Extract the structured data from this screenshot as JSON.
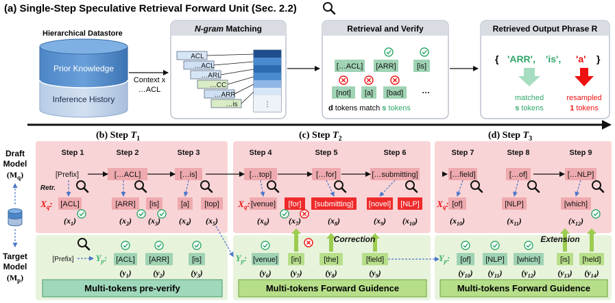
{
  "title": "(a) Single-Step Speculative Retrieval Forward Unit (Sec. 2.2)",
  "datastore": {
    "title": "Hierarchical Datastore",
    "layer_top": "Prior Knowledge",
    "layer_bottom": "Inference History",
    "context_label": "Context x",
    "context_value": "…ACL"
  },
  "ngram": {
    "title_italic": "N-gram",
    "title_rest": " Matching",
    "stack": [
      "ACL",
      "…ACL",
      "…ARL",
      "…CC",
      "…ARR",
      "…is"
    ]
  },
  "retrieval": {
    "title": "Retrieval and Verify",
    "tokens_good": [
      "[…ACL]",
      "[ARR]",
      "[is]"
    ],
    "tokens_bad": [
      "[not]",
      "[a]",
      "[bad]"
    ],
    "ellipsis": "…",
    "caption_d": "d",
    "caption_mid": " tokens match ",
    "caption_s": "s",
    "caption_end": " tokens"
  },
  "output": {
    "title": "Retrieved Output Phrase R",
    "brace_open": "{",
    "brace_close": "}",
    "phrase": [
      "'ARR',",
      "'is',",
      "'a'"
    ],
    "matched_line1": "matched",
    "matched_s": "s",
    "matched_tokens": " tokens",
    "resampled_line1": "resampled",
    "resampled_n": "1",
    "resampled_tokens": " tokens"
  },
  "steps_header": [
    {
      "label": "(b) Step ",
      "sub": "1"
    },
    {
      "label": "(c) Step ",
      "sub": "2"
    },
    {
      "label": "(d) Step ",
      "sub": "3"
    }
  ],
  "left_labels": {
    "draft": [
      "Draft",
      "Model"
    ],
    "draft_m": "(M",
    "draft_sub": "q",
    "target": [
      "Target",
      "Model"
    ],
    "target_m": "(M",
    "target_sub": "p"
  },
  "draft": {
    "steps": [
      "Step 1",
      "Step 2",
      "Step 3",
      "Step 4",
      "Step 5",
      "Step 6",
      "Step 7",
      "Step 8",
      "Step 9"
    ],
    "contexts": [
      "[Prefix]",
      "[…ACL]",
      "[…is]",
      "[…top]",
      "[…for]",
      "[…submitting]",
      "[…field]",
      "[…of]",
      "[…NLP]"
    ],
    "retr_label": "Retr.",
    "xq_label": "X",
    "xq_sub": "q",
    "tokens": [
      "[ACL]",
      "[ARR]",
      "[is]",
      "[a]",
      "[top]",
      "[venue]",
      "[for]",
      "[submitting]",
      "[novel]",
      "[NLP]",
      "[of]",
      "[NLP]",
      "[which]"
    ],
    "xlabels": [
      "(x",
      "(x",
      "(x",
      "(x",
      "(x",
      "(x",
      "(x",
      "(x",
      "(x",
      "(x",
      "(x",
      "(x",
      "(x"
    ],
    "xsubs": [
      "1",
      "2",
      "3",
      "4",
      "5",
      "6",
      "7",
      "8",
      "9",
      "10",
      "10",
      "11",
      "12"
    ]
  },
  "target": {
    "prefix": "[Prefix]",
    "yp_label": "Y",
    "yp_sub": "p",
    "tokens": [
      "[ACL]",
      "[ARR]",
      "[is]",
      "[venue]",
      "[in]",
      "[the]",
      "[field]",
      "[of]",
      "[NLP]",
      "[which]",
      "[is]",
      "[held]"
    ],
    "ysubs": [
      "1",
      "2",
      "3",
      "6",
      "7",
      "8",
      "9",
      "10",
      "11",
      "12",
      "13",
      "14"
    ],
    "correction": "Correction",
    "extension": "Extension",
    "footers": [
      "Multi-tokens pre-verify",
      "Multi-tokens Forward Guidence",
      "Multi-tokens Forward Guidence"
    ]
  },
  "colors": {
    "pink_bg": "#f9d4d6",
    "green_bg": "#e8f3dc",
    "token_pink": "#eeaaae",
    "token_green": "#9fd3b4",
    "red": "#ee1111",
    "green_text": "#2fa86a",
    "footer_green": "#b7df8a",
    "footer_teal": "#9fd8ba",
    "arrow_green": "#9ccc50",
    "blue_dash": "#4b75c9"
  }
}
